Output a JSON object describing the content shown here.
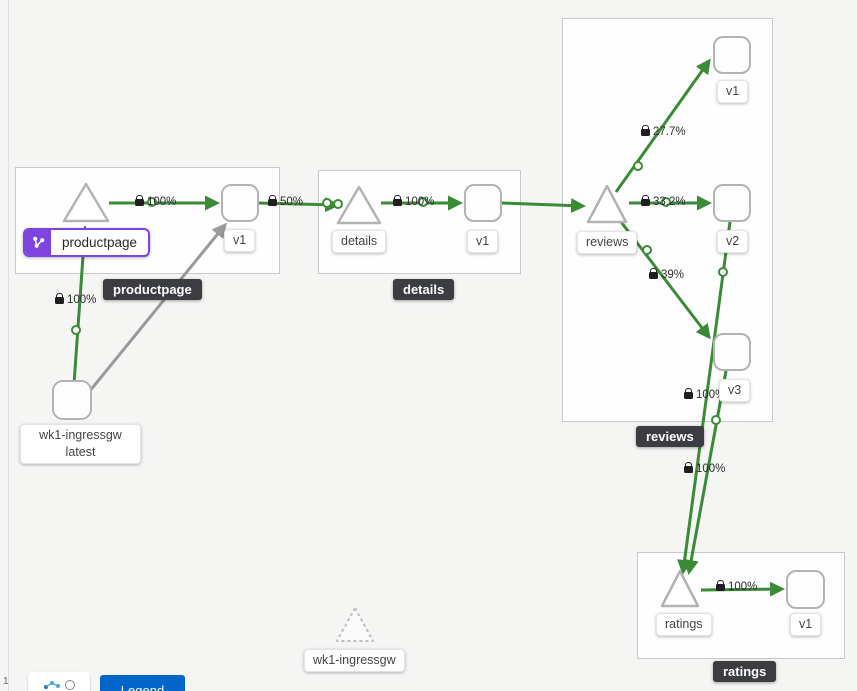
{
  "graph": {
    "group_labels": {
      "productpage": "productpage",
      "details": "details",
      "reviews": "reviews",
      "ratings": "ratings"
    },
    "nodes": {
      "productpage_service": "productpage",
      "productpage_v1": "v1",
      "details_service": "details",
      "details_v1": "v1",
      "reviews_service": "reviews",
      "reviews_v1": "v1",
      "reviews_v2": "v2",
      "reviews_v3": "v3",
      "ratings_service": "ratings",
      "ratings_v1": "v1",
      "ingress_workload_line1": "wk1-ingressgw",
      "ingress_workload_line2": "latest",
      "ingress_service": "wk1-ingressgw"
    },
    "edges": {
      "ingress_to_productpage": "100%",
      "productpage_to_v1": "100%",
      "v1_to_details": "50%",
      "details_to_v1": "100%",
      "reviews_to_v1": "27.7%",
      "reviews_to_v2": "33.2%",
      "reviews_to_v3": "39%",
      "v3_to_ratings": "100%",
      "v2_to_ratings": "100%",
      "ratings_to_v1": "100%"
    },
    "colors": {
      "edge_green": "#3a8b36",
      "edge_gray": "#999999",
      "selected_purple": "#7d44e0",
      "badge_bg": "#3b3d41"
    }
  },
  "toolbar": {
    "zoom_hint": "1",
    "legend_label": "Legend"
  }
}
